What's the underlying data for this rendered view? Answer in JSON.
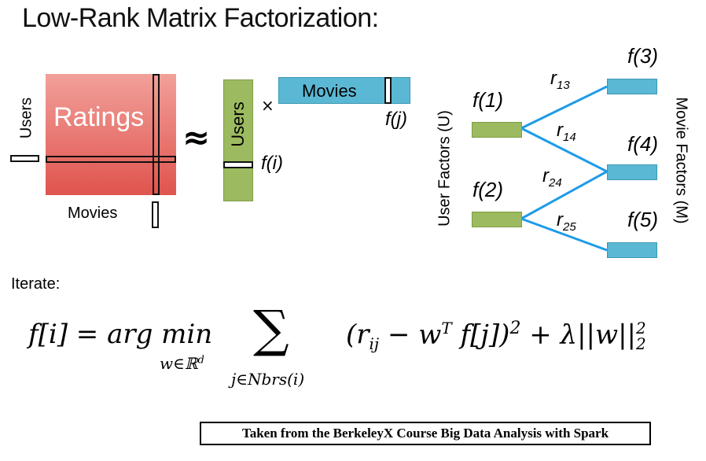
{
  "title": "Low-Rank Matrix Factorization:",
  "matrix": {
    "ratings_label": "Ratings",
    "users_label": "Users",
    "movies_label": "Movies",
    "approx_symbol": "≈"
  },
  "factors": {
    "users_label": "Users",
    "times_symbol": "×",
    "movies_label": "Movies",
    "fi_label": "f(i)",
    "fj_label": "f(j)"
  },
  "graph": {
    "user_axis_label": "User Factors (U)",
    "movie_axis_label": "Movie Factors (M)",
    "users": [
      "f(1)",
      "f(2)"
    ],
    "movies": [
      "f(3)",
      "f(4)",
      "f(5)"
    ],
    "edges": [
      {
        "from": "f(1)",
        "to": "f(3)",
        "label_base": "r",
        "label_sub": "13"
      },
      {
        "from": "f(1)",
        "to": "f(4)",
        "label_base": "r",
        "label_sub": "14"
      },
      {
        "from": "f(2)",
        "to": "f(4)",
        "label_base": "r",
        "label_sub": "24"
      },
      {
        "from": "f(2)",
        "to": "f(5)",
        "label_base": "r",
        "label_sub": "25"
      }
    ],
    "colors": {
      "user": "#9cba5f",
      "movie": "#5bb8d4",
      "edge": "#1e9be8"
    }
  },
  "iterate_label": "Iterate:",
  "equation": {
    "lhs": "f[i] = arg min",
    "min_sub": "w∈ℝ",
    "min_sub_sup": "d",
    "sum_symbol": "∑",
    "sum_sub": "j∈Nbrs(i)",
    "term_open": "(r",
    "term_r_sub": "ij",
    "term_mid": " − w",
    "term_T": "T",
    "term_end": " f[j])",
    "sq": "2",
    "reg": " + λ||w||",
    "reg_sup": "2",
    "reg_sub": "2"
  },
  "caption": "Taken from the BerkeleyX Course Big Data Analysis with Spark"
}
